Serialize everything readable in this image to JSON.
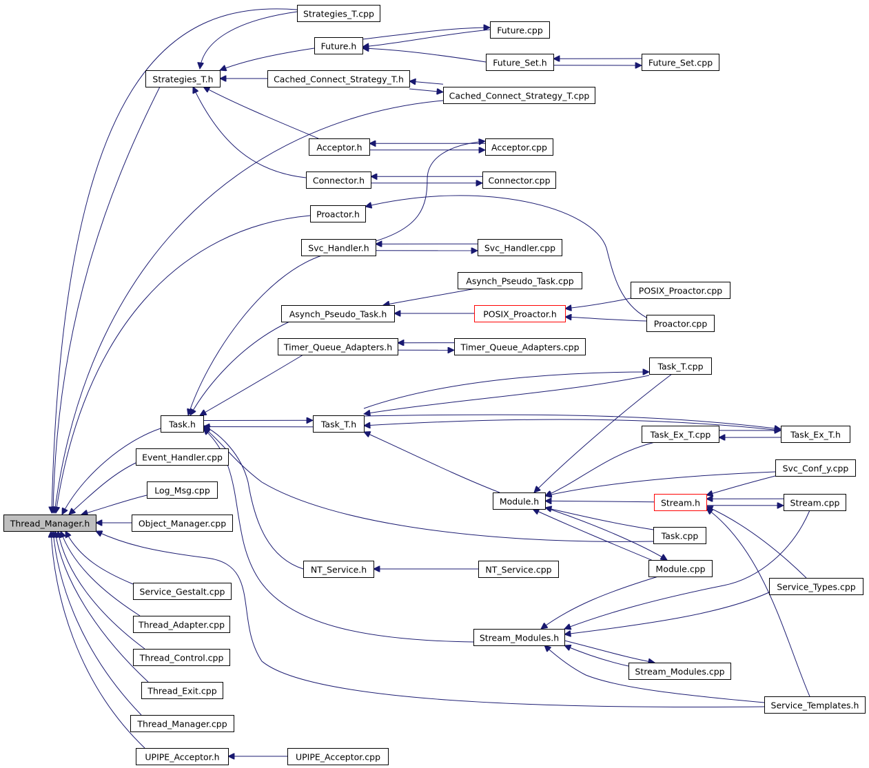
{
  "graph": {
    "focus_node": "Thread_Manager.h",
    "colors": {
      "edge": "#191970",
      "node_border": "#000000",
      "focus_fill": "#bfbfbf",
      "highlight_border": "#ff0000"
    },
    "nodes": {
      "thread_manager_h": "Thread_Manager.h",
      "strategies_t_cpp": "Strategies_T.cpp",
      "strategies_t_h": "Strategies_T.h",
      "future_h": "Future.h",
      "future_cpp": "Future.cpp",
      "future_set_h": "Future_Set.h",
      "future_set_cpp": "Future_Set.cpp",
      "cached_connect_strategy_t_h": "Cached_Connect_Strategy_T.h",
      "cached_connect_strategy_t_cpp": "Cached_Connect_Strategy_T.cpp",
      "acceptor_h": "Acceptor.h",
      "acceptor_cpp": "Acceptor.cpp",
      "connector_h": "Connector.h",
      "connector_cpp": "Connector.cpp",
      "proactor_h": "Proactor.h",
      "svc_handler_h": "Svc_Handler.h",
      "svc_handler_cpp": "Svc_Handler.cpp",
      "asynch_pseudo_task_cpp": "Asynch_Pseudo_Task.cpp",
      "posix_proactor_cpp": "POSIX_Proactor.cpp",
      "asynch_pseudo_task_h": "Asynch_Pseudo_Task.h",
      "posix_proactor_h": "POSIX_Proactor.h",
      "proactor_cpp": "Proactor.cpp",
      "timer_queue_adapters_h": "Timer_Queue_Adapters.h",
      "timer_queue_adapters_cpp": "Timer_Queue_Adapters.cpp",
      "task_t_cpp": "Task_T.cpp",
      "task_h": "Task.h",
      "task_t_h": "Task_T.h",
      "task_ex_t_cpp": "Task_Ex_T.cpp",
      "task_ex_t_h": "Task_Ex_T.h",
      "event_handler_cpp": "Event_Handler.cpp",
      "svc_conf_y_cpp": "Svc_Conf_y.cpp",
      "log_msg_cpp": "Log_Msg.cpp",
      "module_h": "Module.h",
      "stream_h": "Stream.h",
      "stream_cpp": "Stream.cpp",
      "object_manager_cpp": "Object_Manager.cpp",
      "task_cpp": "Task.cpp",
      "nt_service_h": "NT_Service.h",
      "nt_service_cpp": "NT_Service.cpp",
      "module_cpp": "Module.cpp",
      "service_gestalt_cpp": "Service_Gestalt.cpp",
      "service_types_cpp": "Service_Types.cpp",
      "thread_adapter_cpp": "Thread_Adapter.cpp",
      "stream_modules_h": "Stream_Modules.h",
      "thread_control_cpp": "Thread_Control.cpp",
      "stream_modules_cpp": "Stream_Modules.cpp",
      "thread_exit_cpp": "Thread_Exit.cpp",
      "service_templates_h": "Service_Templates.h",
      "thread_manager_cpp": "Thread_Manager.cpp",
      "upipe_acceptor_h": "UPIPE_Acceptor.h",
      "upipe_acceptor_cpp": "UPIPE_Acceptor.cpp"
    },
    "edges": [
      [
        "strategies_t_cpp",
        "thread_manager_h"
      ],
      [
        "strategies_t_h",
        "thread_manager_h"
      ],
      [
        "cached_connect_strategy_t_cpp",
        "thread_manager_h"
      ],
      [
        "proactor_h",
        "thread_manager_h"
      ],
      [
        "task_h",
        "thread_manager_h"
      ],
      [
        "event_handler_cpp",
        "thread_manager_h"
      ],
      [
        "log_msg_cpp",
        "thread_manager_h"
      ],
      [
        "object_manager_cpp",
        "thread_manager_h"
      ],
      [
        "service_gestalt_cpp",
        "thread_manager_h"
      ],
      [
        "thread_adapter_cpp",
        "thread_manager_h"
      ],
      [
        "thread_control_cpp",
        "thread_manager_h"
      ],
      [
        "thread_exit_cpp",
        "thread_manager_h"
      ],
      [
        "thread_manager_cpp",
        "thread_manager_h"
      ],
      [
        "upipe_acceptor_h",
        "thread_manager_h"
      ],
      [
        "service_templates_h",
        "thread_manager_h"
      ],
      [
        "strategies_t_cpp",
        "strategies_t_h"
      ],
      [
        "future_h",
        "strategies_t_h"
      ],
      [
        "cached_connect_strategy_t_h",
        "strategies_t_h"
      ],
      [
        "acceptor_h",
        "strategies_t_h"
      ],
      [
        "connector_h",
        "strategies_t_h"
      ],
      [
        "future_cpp",
        "future_h"
      ],
      [
        "future_set_h",
        "future_h"
      ],
      [
        "future_h",
        "future_cpp"
      ],
      [
        "future_set_cpp",
        "future_set_h"
      ],
      [
        "future_set_h",
        "future_set_cpp"
      ],
      [
        "cached_connect_strategy_t_cpp",
        "cached_connect_strategy_t_h"
      ],
      [
        "cached_connect_strategy_t_h",
        "cached_connect_strategy_t_cpp"
      ],
      [
        "acceptor_cpp",
        "acceptor_h"
      ],
      [
        "acceptor_h",
        "acceptor_cpp"
      ],
      [
        "connector_cpp",
        "connector_h"
      ],
      [
        "connector_h",
        "connector_cpp"
      ],
      [
        "proactor_cpp",
        "proactor_h"
      ],
      [
        "svc_handler_h",
        "acceptor_cpp"
      ],
      [
        "svc_handler_cpp",
        "svc_handler_h"
      ],
      [
        "svc_handler_h",
        "svc_handler_cpp"
      ],
      [
        "svc_handler_h",
        "task_h"
      ],
      [
        "asynch_pseudo_task_cpp",
        "asynch_pseudo_task_h"
      ],
      [
        "posix_proactor_h",
        "asynch_pseudo_task_h"
      ],
      [
        "posix_proactor_cpp",
        "posix_proactor_h"
      ],
      [
        "proactor_cpp",
        "posix_proactor_h"
      ],
      [
        "asynch_pseudo_task_h",
        "task_h"
      ],
      [
        "timer_queue_adapters_cpp",
        "timer_queue_adapters_h"
      ],
      [
        "timer_queue_adapters_h",
        "timer_queue_adapters_cpp"
      ],
      [
        "timer_queue_adapters_h",
        "task_h"
      ],
      [
        "task_t_h",
        "task_h"
      ],
      [
        "task_h",
        "task_t_h"
      ],
      [
        "task_t_cpp",
        "task_t_h"
      ],
      [
        "task_t_h",
        "task_t_cpp"
      ],
      [
        "task_ex_t_h",
        "task_t_h"
      ],
      [
        "task_t_h",
        "task_ex_t_h"
      ],
      [
        "task_ex_t_cpp",
        "task_ex_t_h"
      ],
      [
        "task_ex_t_h",
        "task_ex_t_cpp"
      ],
      [
        "module_h",
        "task_t_h"
      ],
      [
        "task_t_cpp",
        "module_h"
      ],
      [
        "task_ex_t_cpp",
        "module_h"
      ],
      [
        "svc_conf_y_cpp",
        "module_h"
      ],
      [
        "stream_h",
        "module_h"
      ],
      [
        "task_cpp",
        "module_h"
      ],
      [
        "module_cpp",
        "module_h"
      ],
      [
        "module_h",
        "module_cpp"
      ],
      [
        "svc_conf_y_cpp",
        "stream_h"
      ],
      [
        "stream_cpp",
        "stream_h"
      ],
      [
        "stream_h",
        "stream_cpp"
      ],
      [
        "service_types_cpp",
        "stream_h"
      ],
      [
        "service_templates_h",
        "stream_h"
      ],
      [
        "task_cpp",
        "task_h"
      ],
      [
        "nt_service_h",
        "task_h"
      ],
      [
        "nt_service_cpp",
        "nt_service_h"
      ],
      [
        "stream_modules_h",
        "task_h"
      ],
      [
        "module_cpp",
        "stream_modules_h"
      ],
      [
        "stream_cpp",
        "stream_modules_h"
      ],
      [
        "service_types_cpp",
        "stream_modules_h"
      ],
      [
        "stream_modules_cpp",
        "stream_modules_h"
      ],
      [
        "stream_modules_h",
        "stream_modules_cpp"
      ],
      [
        "service_templates_h",
        "stream_modules_h"
      ],
      [
        "upipe_acceptor_cpp",
        "upipe_acceptor_h"
      ]
    ]
  }
}
